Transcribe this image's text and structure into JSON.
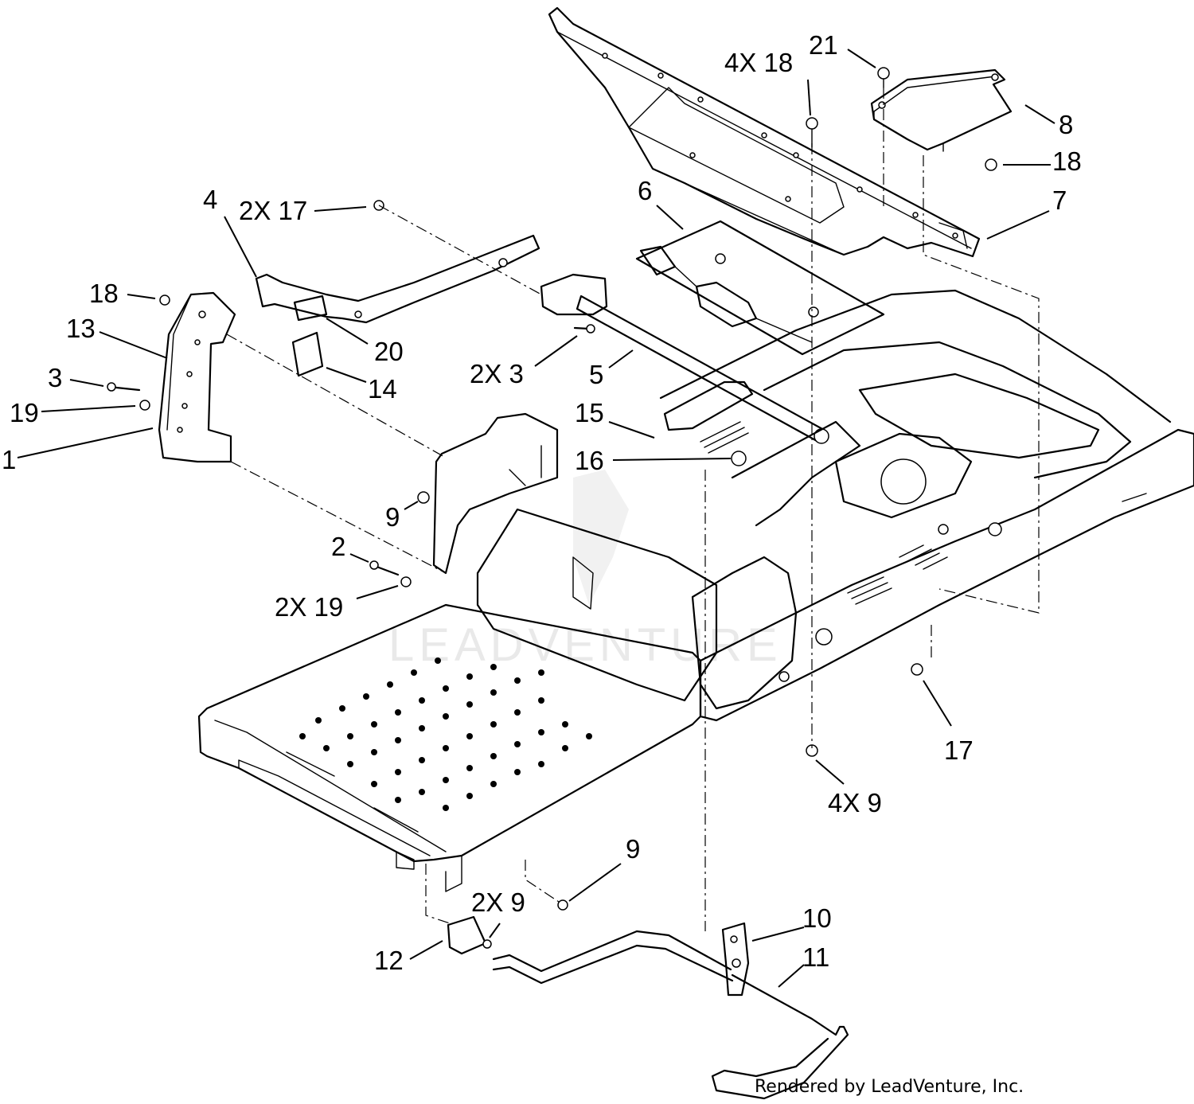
{
  "callouts": [
    {
      "id": "c-21a",
      "text": "21"
    },
    {
      "id": "c-4x18",
      "text": "4X 18"
    },
    {
      "id": "c-8",
      "text": "8"
    },
    {
      "id": "c-18a",
      "text": "18"
    },
    {
      "id": "c-7",
      "text": "7"
    },
    {
      "id": "c-6",
      "text": "6"
    },
    {
      "id": "c-4",
      "text": "4"
    },
    {
      "id": "c-2x17",
      "text": "2X 17"
    },
    {
      "id": "c-18b",
      "text": "18"
    },
    {
      "id": "c-13",
      "text": "13"
    },
    {
      "id": "c-3",
      "text": "3"
    },
    {
      "id": "c-19",
      "text": "19"
    },
    {
      "id": "c-1",
      "text": "1"
    },
    {
      "id": "c-20",
      "text": "20"
    },
    {
      "id": "c-14",
      "text": "14"
    },
    {
      "id": "c-2x3",
      "text": "2X 3"
    },
    {
      "id": "c-5",
      "text": "5"
    },
    {
      "id": "c-15",
      "text": "15"
    },
    {
      "id": "c-16",
      "text": "16"
    },
    {
      "id": "c-9a",
      "text": "9"
    },
    {
      "id": "c-2",
      "text": "2"
    },
    {
      "id": "c-2x19",
      "text": "2X 19"
    },
    {
      "id": "c-17",
      "text": "17"
    },
    {
      "id": "c-4x9",
      "text": "4X 9"
    },
    {
      "id": "c-9b",
      "text": "9"
    },
    {
      "id": "c-2x9",
      "text": "2X 9"
    },
    {
      "id": "c-10",
      "text": "10"
    },
    {
      "id": "c-11",
      "text": "11"
    },
    {
      "id": "c-12",
      "text": "12"
    }
  ],
  "watermark": "LEADVENTURE",
  "credit": "Rendered by LeadVenture, Inc."
}
